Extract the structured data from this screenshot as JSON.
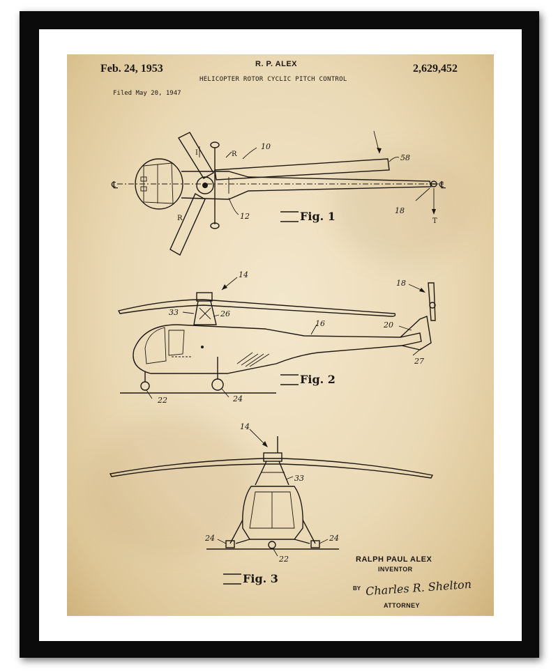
{
  "header": {
    "date": "Feb. 24, 1953",
    "inventor_short": "R. P. ALEX",
    "patent_number": "2,629,452",
    "title": "HELICOPTER ROTOR CYCLIC PITCH CONTROL",
    "filed": "Filed May 20, 1947"
  },
  "figures": {
    "fig1_label": "Fig. 1",
    "fig2_label": "Fig. 2",
    "fig3_label": "Fig. 3"
  },
  "refs": {
    "r10": "10",
    "r58": "58",
    "r12": "12",
    "r18a": "18",
    "T": "T",
    "I": "I",
    "Ra": "R",
    "Rb": "R",
    "cl_left": "℄",
    "cl_right": "℄",
    "r14a": "14",
    "r18b": "18",
    "r33a": "33",
    "r26": "26",
    "r16": "16",
    "r20": "20",
    "r27": "27",
    "r22a": "22",
    "r24a": "24",
    "r14b": "14",
    "r33b": "33",
    "r24b": "24",
    "r24c": "24",
    "r22b": "22"
  },
  "footer": {
    "inventor": "RALPH PAUL ALEX",
    "inventor_role": "INVENTOR",
    "by": "BY",
    "signature": "Charles R. Shelton",
    "attorney_role": "ATTORNEY"
  },
  "colors": {
    "frame": "#0b0b0b",
    "mat": "#ffffff",
    "paper": "#ead9b5",
    "ink": "#1c1712"
  }
}
